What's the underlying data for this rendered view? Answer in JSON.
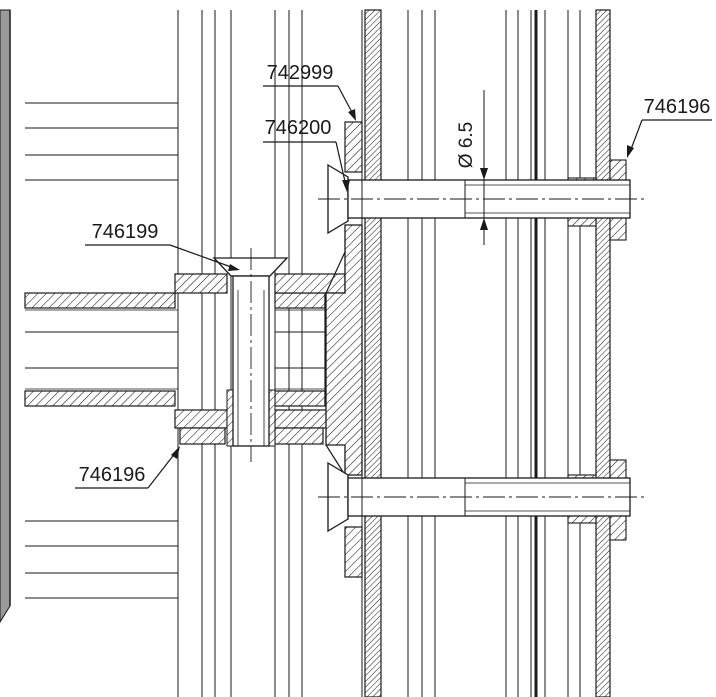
{
  "drawing": {
    "callouts": {
      "part_742999": "742999",
      "part_746200": "746200",
      "part_746196_top": "746196",
      "part_746199": "746199",
      "part_746196_bottom": "746196"
    },
    "dimension": {
      "diameter_label": "Ø 6.5"
    },
    "colors": {
      "line": "#1a1a1a",
      "frame_gray": "#7a7a7a",
      "background": "#ffffff"
    }
  }
}
